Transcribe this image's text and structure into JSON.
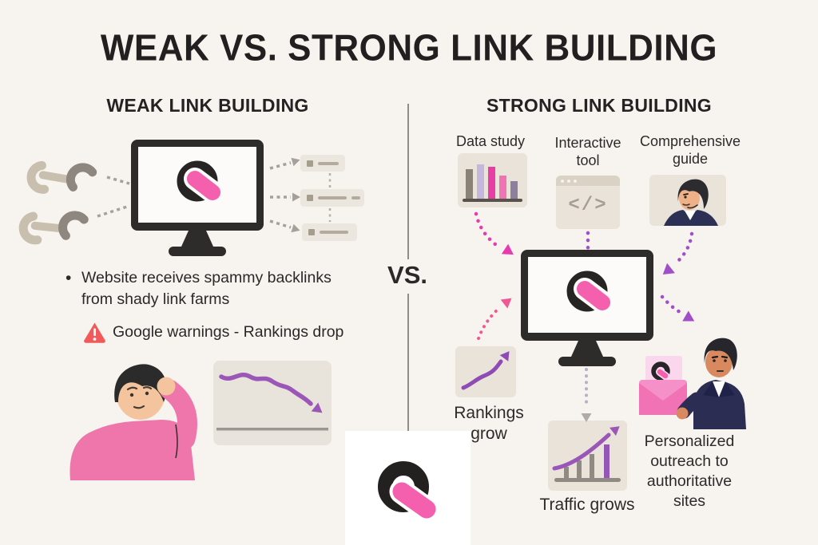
{
  "title": "WEAK VS. STRONG LINK BUILDING",
  "vs_label": "VS.",
  "weak": {
    "heading": "WEAK LINK BUILDING",
    "bullet_text": "Website receives spammy backlinks from shady link farms",
    "warning_text": "Google warnings - Rankings drop"
  },
  "strong": {
    "heading": "STRONG LINK BUILDING",
    "tactics": [
      {
        "label": "Data study"
      },
      {
        "label": "Interactive tool",
        "icon_glyph": "</>"
      },
      {
        "label": "Comprehensive guide"
      }
    ],
    "outcomes": {
      "rankings_label": "Rankings grow",
      "traffic_label": "Traffic grows",
      "outreach_label": "Personalized outreach to authoritative sites"
    }
  },
  "icons": {
    "weak_side": [
      "broken-chain-icon",
      "monitor-q-icon",
      "link-farm-boxes-icon",
      "warning-triangle-icon",
      "stressed-person-icon",
      "declining-trend-icon"
    ],
    "strong_side": [
      "bar-chart-icon",
      "code-browser-icon",
      "expert-avatar-icon",
      "monitor-q-icon",
      "rankings-up-icon",
      "traffic-up-icon",
      "outreach-envelope-icon"
    ]
  },
  "colors": {
    "background": "#f7f3ef",
    "card_beige": "#eae4da",
    "ink": "#262323",
    "brand_pink": "#f45fae",
    "magenta_arrow": "#e83aaf",
    "purple_arrow": "#a14fc9",
    "pink_arrow": "#f25795",
    "purple_chart": "#9a57b8",
    "warning_red": "#f15a5a",
    "gray_arrow": "#a5a09a"
  }
}
